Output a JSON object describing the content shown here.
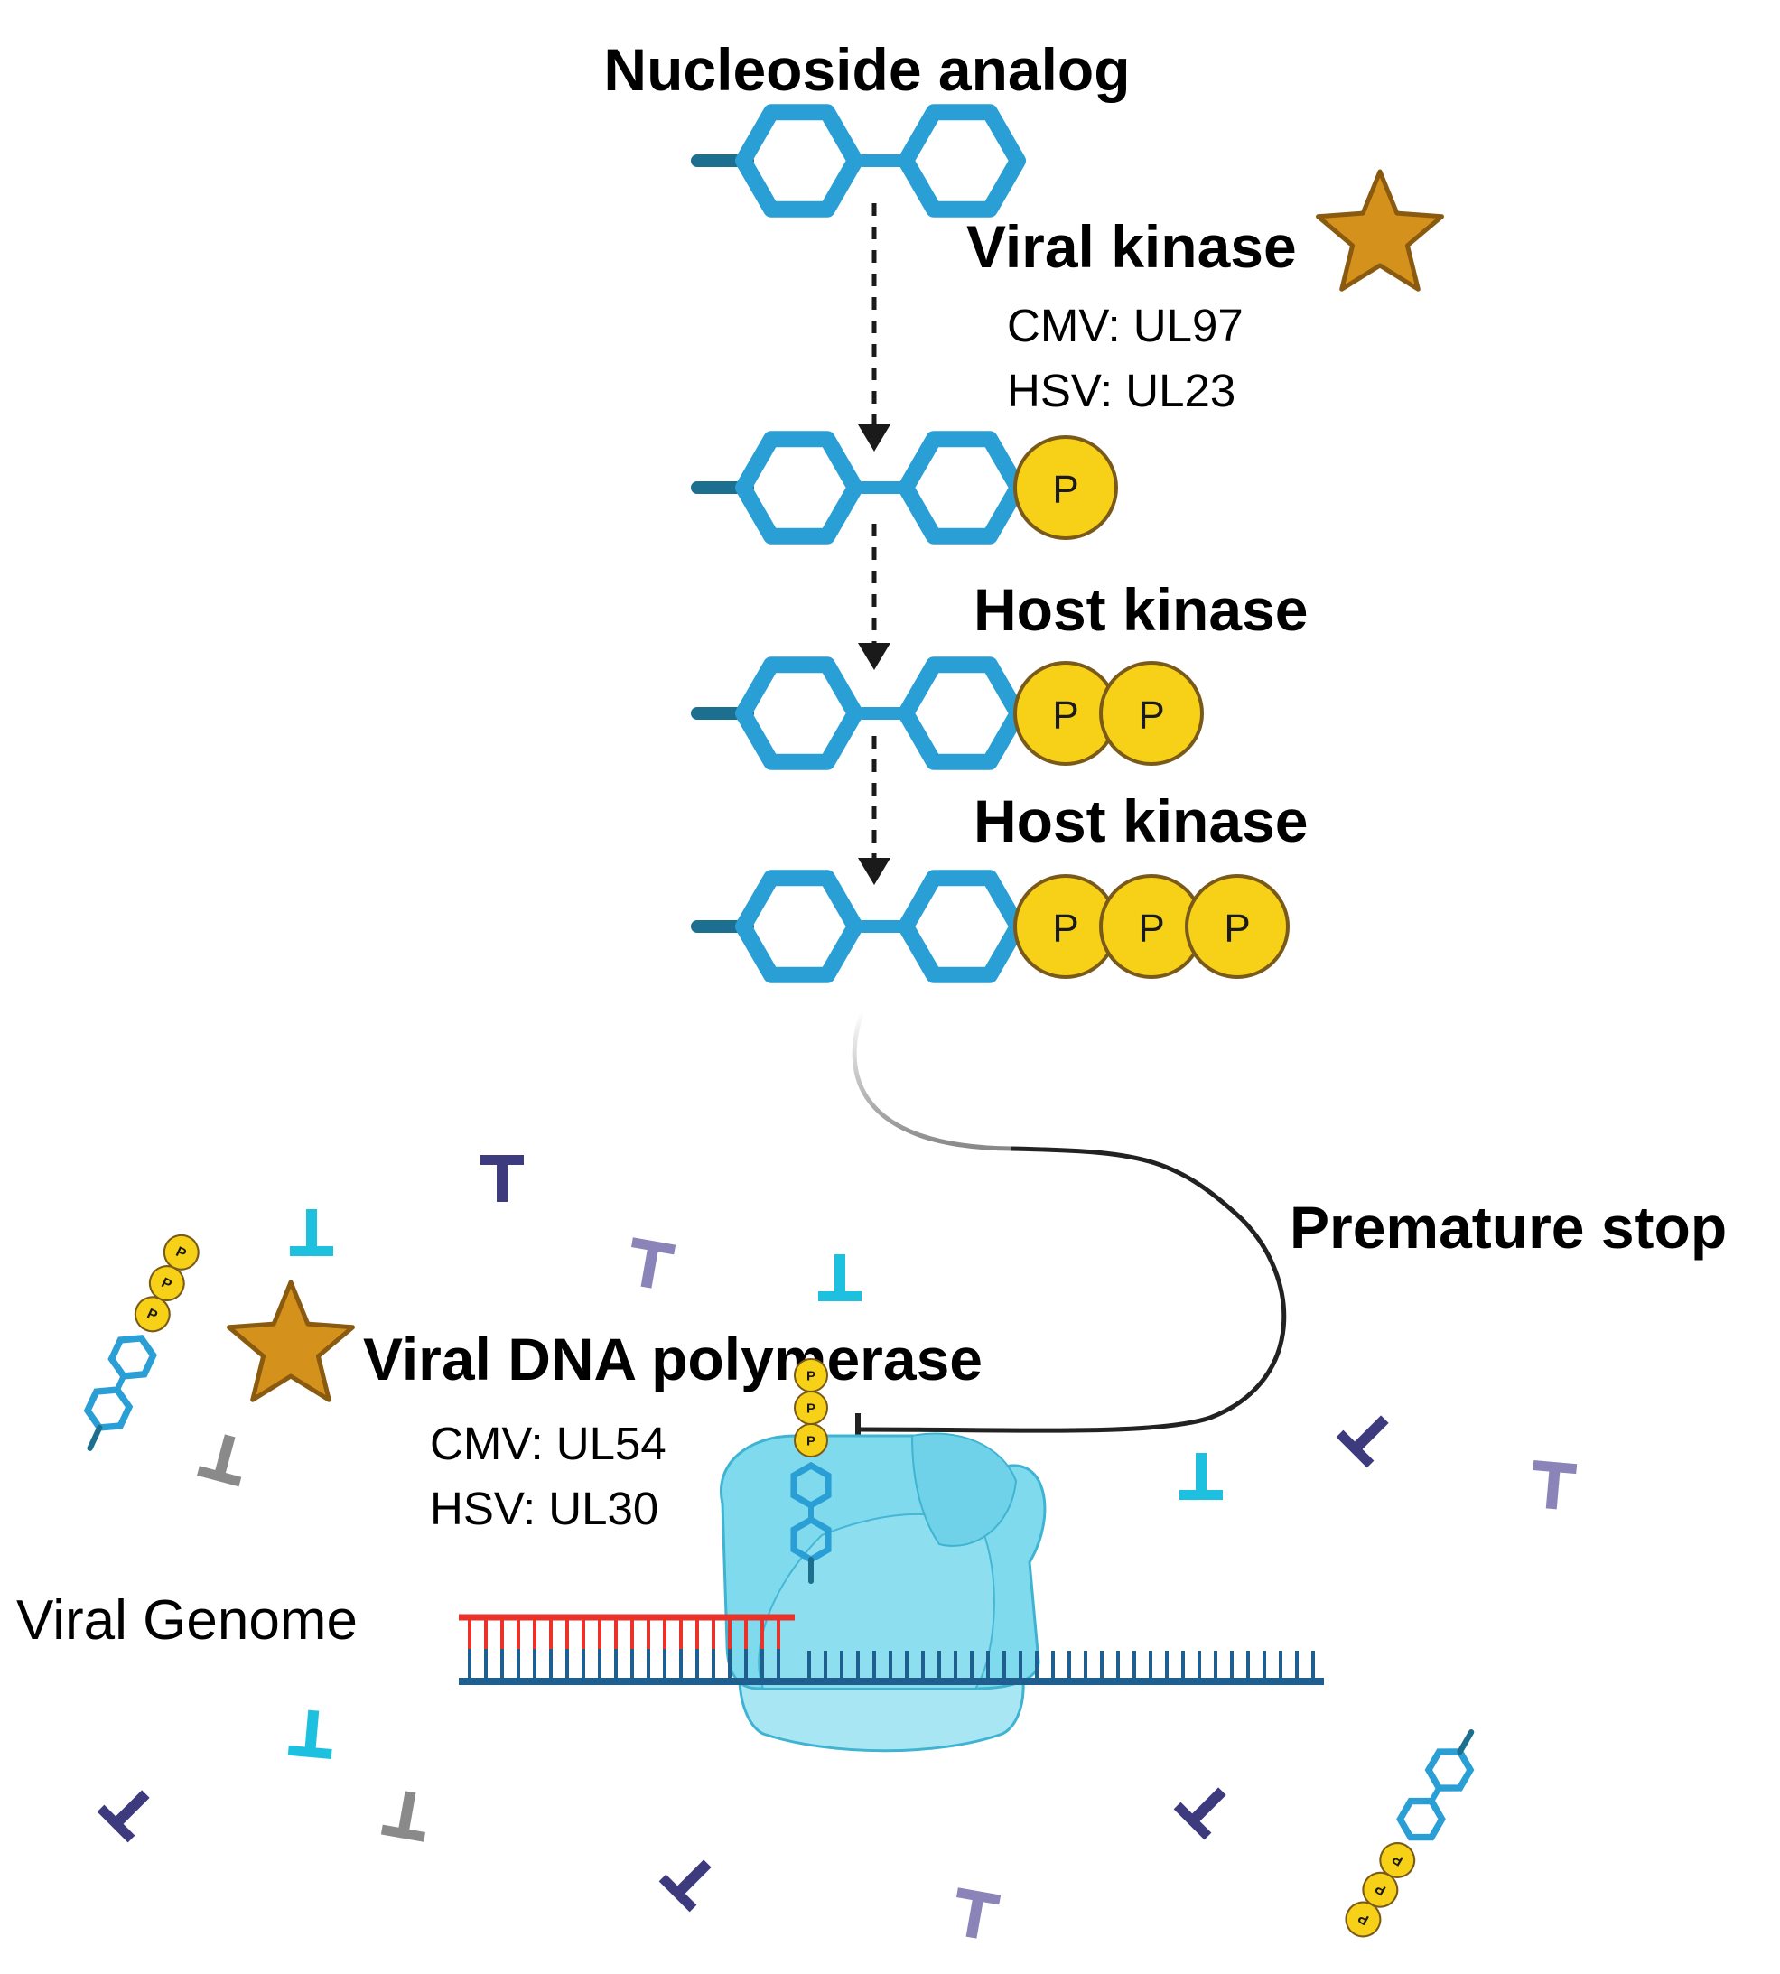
{
  "title": "Nucleoside analog",
  "steps": {
    "viral_kinase": {
      "label": "Viral kinase",
      "lines": [
        "CMV: UL97",
        "HSV: UL23"
      ]
    },
    "host_kinase_1": {
      "label": "Host kinase"
    },
    "host_kinase_2": {
      "label": "Host kinase"
    }
  },
  "phosphate_symbol": "P",
  "premature_stop": "Premature stop",
  "polymerase": {
    "label": "Viral DNA polymerase",
    "lines": [
      "CMV: UL54",
      "HSV: UL30"
    ]
  },
  "genome_label": "Viral Genome",
  "nucleotide_symbol": "T",
  "colors": {
    "hexagon_blue": "#2a9fd6",
    "tail_dark": "#1d6f8f",
    "phosphate_fill": "#f7d117",
    "phosphate_stroke": "#7a5a1a",
    "star_fill": "#d4921c",
    "star_stroke": "#8a5a10",
    "polymerase": "#7fdaee",
    "primer_red": "#e8322a",
    "strand_blue": "#1f5f8f",
    "nucleotide_purple": "#3d3a7e",
    "nucleotide_cyan": "#1ec0e0",
    "nucleotide_lavender": "#8a84b8",
    "nucleotide_gray": "#8a8a8a"
  },
  "icons": [
    "star-icon",
    "hexagon-icon",
    "phosphate-icon",
    "dashed-arrow-icon",
    "inhibition-arrow-icon",
    "polymerase-icon",
    "dna-strand-icon",
    "thymidine-icon"
  ]
}
